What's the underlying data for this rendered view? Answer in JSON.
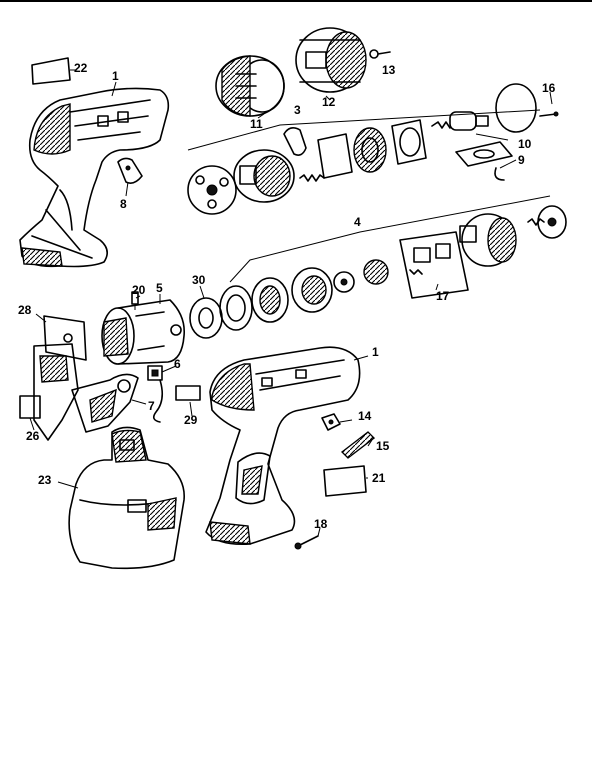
{
  "diagram": {
    "callouts": [
      "22",
      "1",
      "11",
      "12",
      "13",
      "3",
      "16",
      "10",
      "9",
      "8",
      "4",
      "20",
      "5",
      "30",
      "28",
      "6",
      "17",
      "1",
      "7",
      "29",
      "14",
      "26",
      "15",
      "23",
      "21",
      "18"
    ]
  }
}
